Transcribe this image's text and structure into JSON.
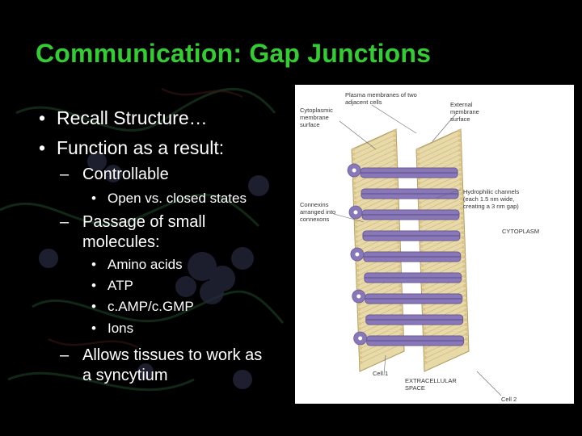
{
  "slide": {
    "title": "Communication:  Gap Junctions",
    "bullets": [
      {
        "text": "Recall Structure…"
      },
      {
        "text": "Function as a result:"
      }
    ],
    "sub": {
      "controllable": "Controllable",
      "open_closed": "Open vs. closed states",
      "passage_line1": "Passage of small",
      "passage_line2": "molecules:",
      "molecules": [
        "Amino acids",
        "ATP",
        "c.AMP/c.GMP",
        "Ions"
      ],
      "allows_line1": "Allows tissues to work as",
      "allows_line2": "a syncytium"
    },
    "glyphs": {
      "bullet": "•",
      "dash": "–"
    }
  },
  "figure": {
    "labels": {
      "plasma_membranes": "Plasma membranes of two adjacent cells",
      "cytoplasmic_surface": "Cytoplasmic membrane surface",
      "external_surface": "External membrane surface",
      "hydrophilic_channels": "Hydrophilic channels (each 1.5 nm wide, creating a 3 nm gap)",
      "connexins": "Connexins arranged into connexons",
      "cytoplasm": "CYTOPLASM",
      "cell1": "Cell 1",
      "extracellular": "EXTRACELLULAR SPACE",
      "cell2": "Cell 2"
    },
    "colors": {
      "membrane": "#e8d9a8",
      "connexon": "#8878b8",
      "channel": "#6a5a9a",
      "lipid_head": "#d9c48a"
    }
  }
}
